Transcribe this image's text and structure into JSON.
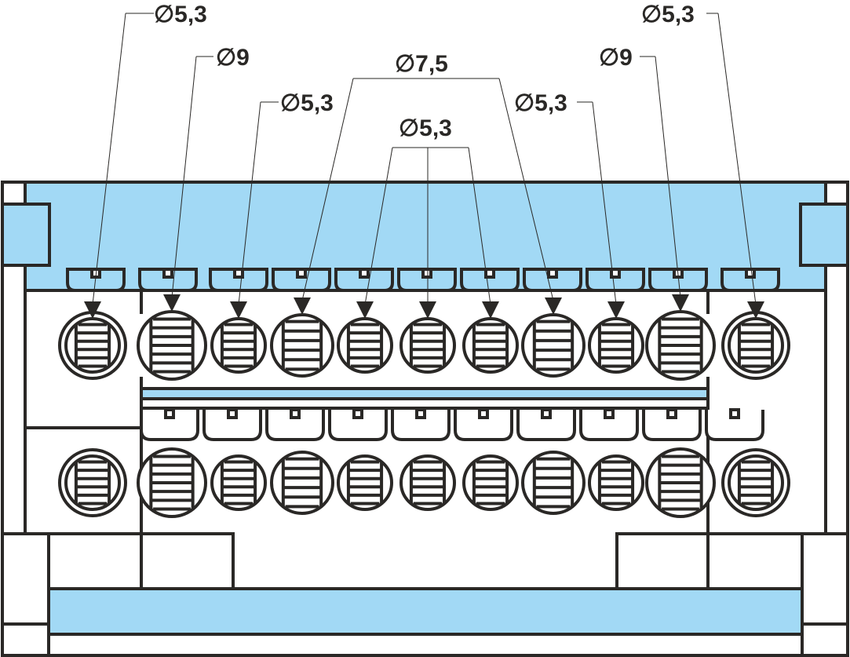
{
  "colors": {
    "body": "#a2d9f5",
    "line": "#2a2826"
  },
  "labels": [
    {
      "id": "l1",
      "text": "∅5,3"
    },
    {
      "id": "l2",
      "text": "∅9"
    },
    {
      "id": "l3",
      "text": "∅5,3"
    },
    {
      "id": "l4",
      "text": "∅7,5"
    },
    {
      "id": "l5",
      "text": "∅5,3"
    },
    {
      "id": "l6",
      "text": "∅5,3"
    },
    {
      "id": "l7",
      "text": "∅9"
    },
    {
      "id": "l8",
      "text": "∅5,3"
    }
  ],
  "terminals_top": [
    5.3,
    9,
    5.3,
    7.5,
    5.3,
    5.3,
    5.3,
    7.5,
    5.3,
    9,
    5.3
  ],
  "terminals_bottom": [
    5.3,
    9,
    5.3,
    7.5,
    5.3,
    5.3,
    5.3,
    7.5,
    5.3,
    9,
    5.3
  ]
}
